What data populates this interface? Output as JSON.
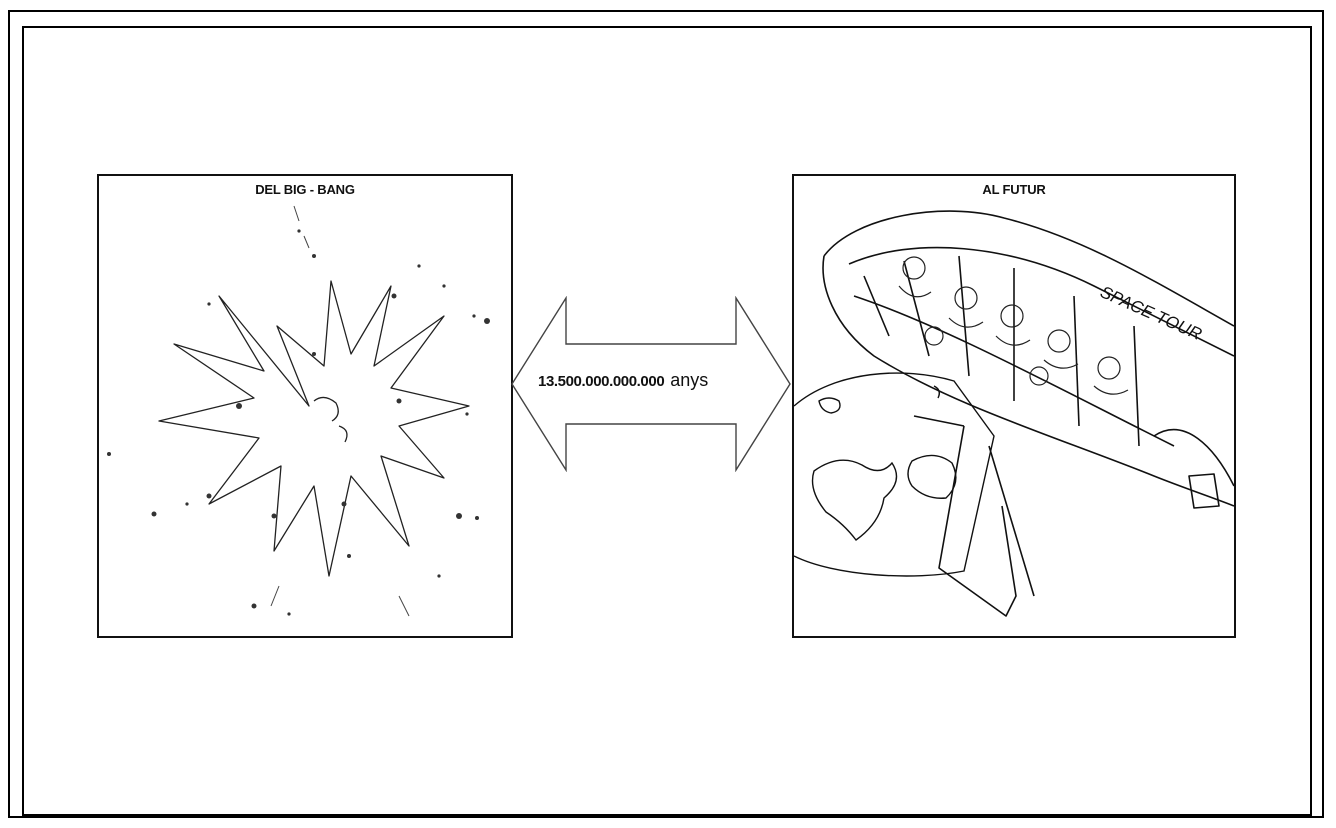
{
  "panels": {
    "left": {
      "title": "DEL BIG - BANG",
      "illustration": "big-bang-explosion"
    },
    "right": {
      "title": "AL FUTUR",
      "illustration": "space-shuttle-over-earth",
      "ship_label": "SPACE TOUR"
    }
  },
  "arrow": {
    "value": "13.500.000.000.000",
    "unit": "anys",
    "icon": "double-headed-arrow-icon"
  }
}
